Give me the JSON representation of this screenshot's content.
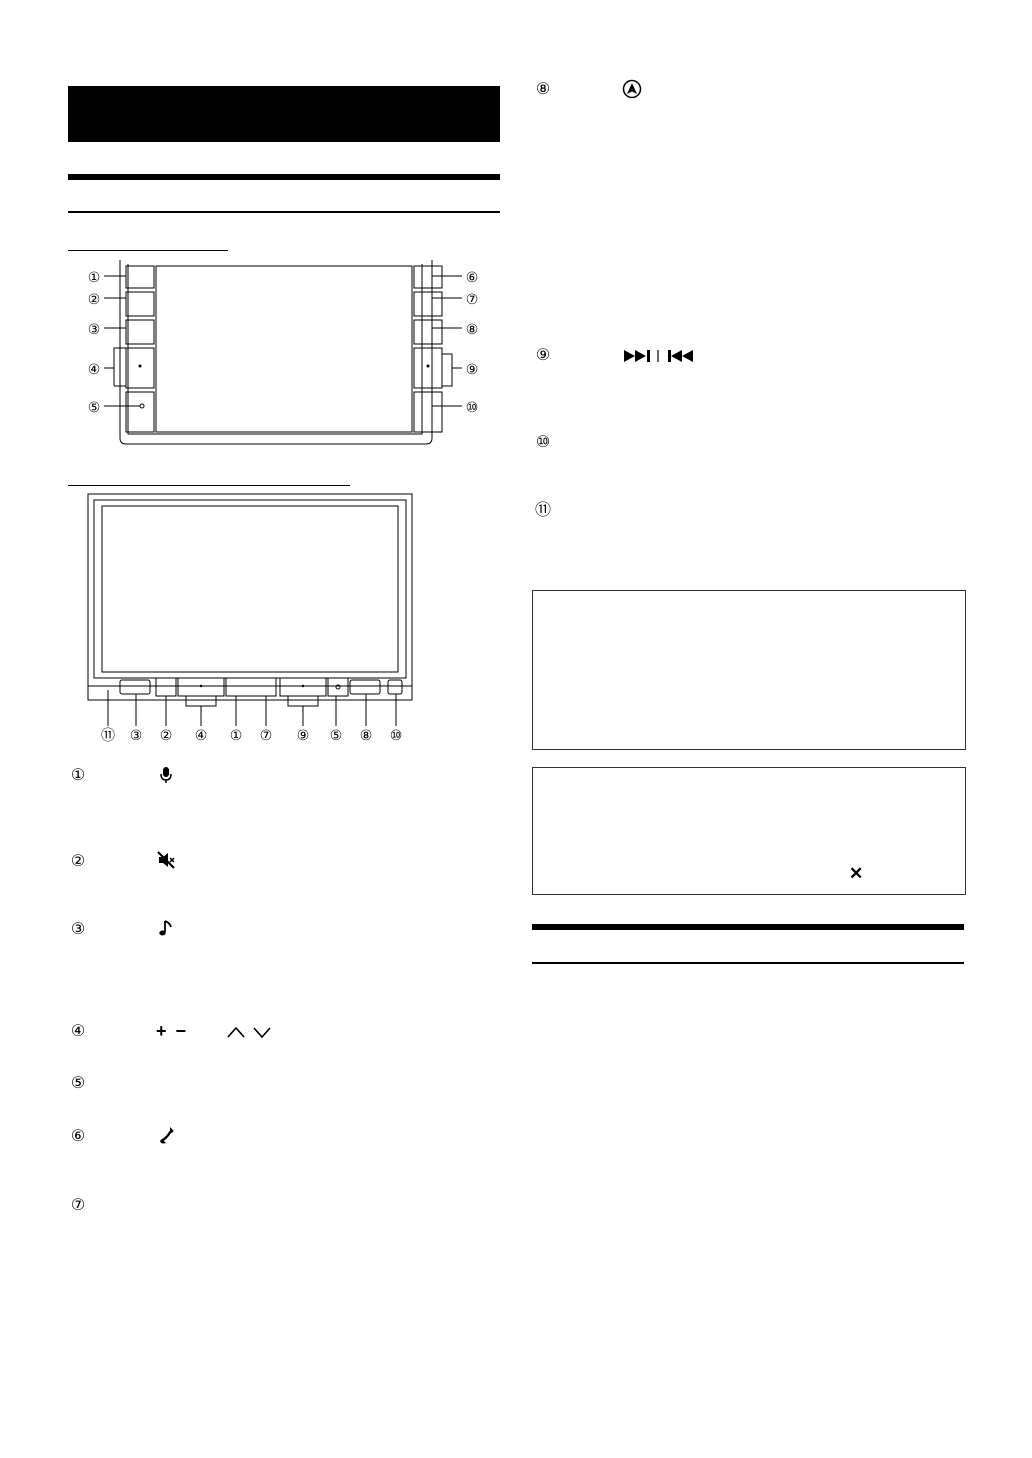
{
  "callouts": {
    "c1": "①",
    "c2": "②",
    "c3": "③",
    "c4": "④",
    "c5": "⑤",
    "c6": "⑥",
    "c7": "⑦",
    "c8": "⑧",
    "c9": "⑨",
    "c10": "⑩",
    "c11": "⑪"
  },
  "icons": {
    "item1": "microphone-icon",
    "item2": "mute-icon",
    "item3": "music-note-icon",
    "item4": "plus-minus-up-down-icons",
    "item6": "phone-icon",
    "item8": "navigation-arrow-icon",
    "item9": "skip-forward-backward-icons",
    "note2": "close-x-icon"
  },
  "symbols": {
    "plus": "+",
    "minus": "−",
    "close": "✕"
  }
}
